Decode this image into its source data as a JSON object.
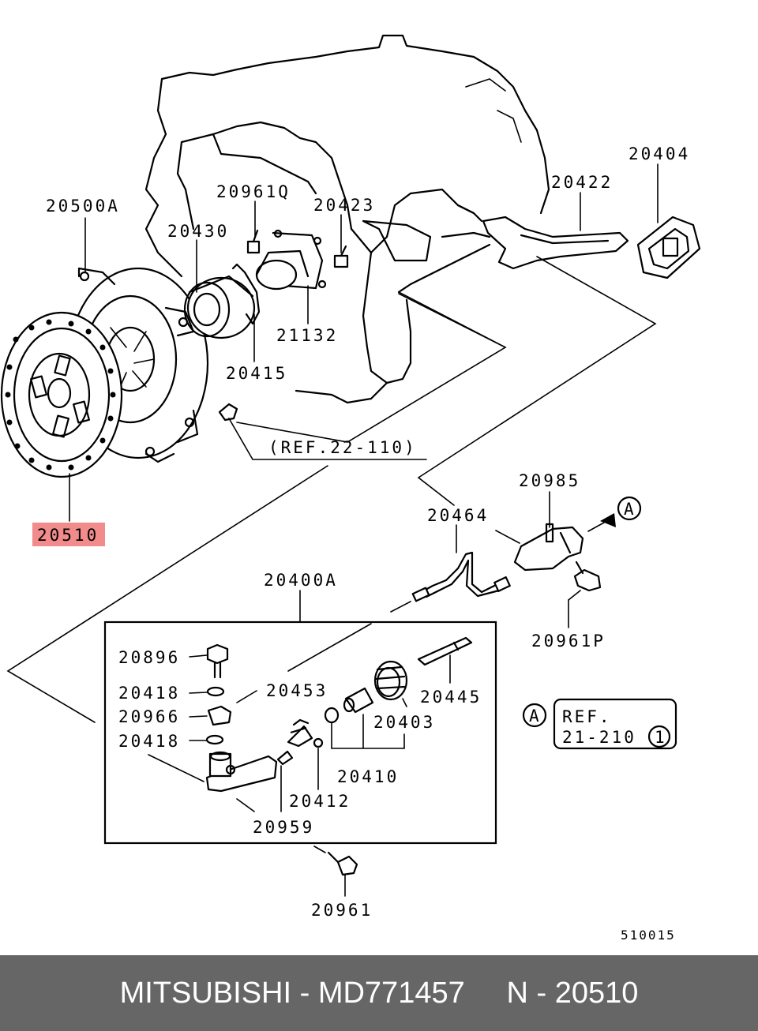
{
  "diagram": {
    "labels": {
      "p20500A": "20500A",
      "p20510": "20510",
      "p20430": "20430",
      "p20961Q": "20961Q",
      "p20423": "20423",
      "p20422": "20422",
      "p20404": "20404",
      "p21132": "21132",
      "p20415": "20415",
      "ref22": "(REF.22-110)",
      "p20985": "20985",
      "p20464": "20464",
      "p20961P": "20961P",
      "p20400A": "20400A",
      "p20896": "20896",
      "p20418a": "20418",
      "p20966": "20966",
      "p20418b": "20418",
      "p20453": "20453",
      "p20445": "20445",
      "p20403": "20403",
      "p20410": "20410",
      "p20412": "20412",
      "p20959": "20959",
      "p20961": "20961",
      "markerA1": "A",
      "markerA2": "A",
      "ref21a": "REF.",
      "ref21b": "21-210",
      "ref21c": "1",
      "code": "510015"
    },
    "highlight_color": "#f28b8b"
  },
  "footer": {
    "text": "MITSUBISHI - MD771457     N - 20510",
    "background": "#666666"
  }
}
